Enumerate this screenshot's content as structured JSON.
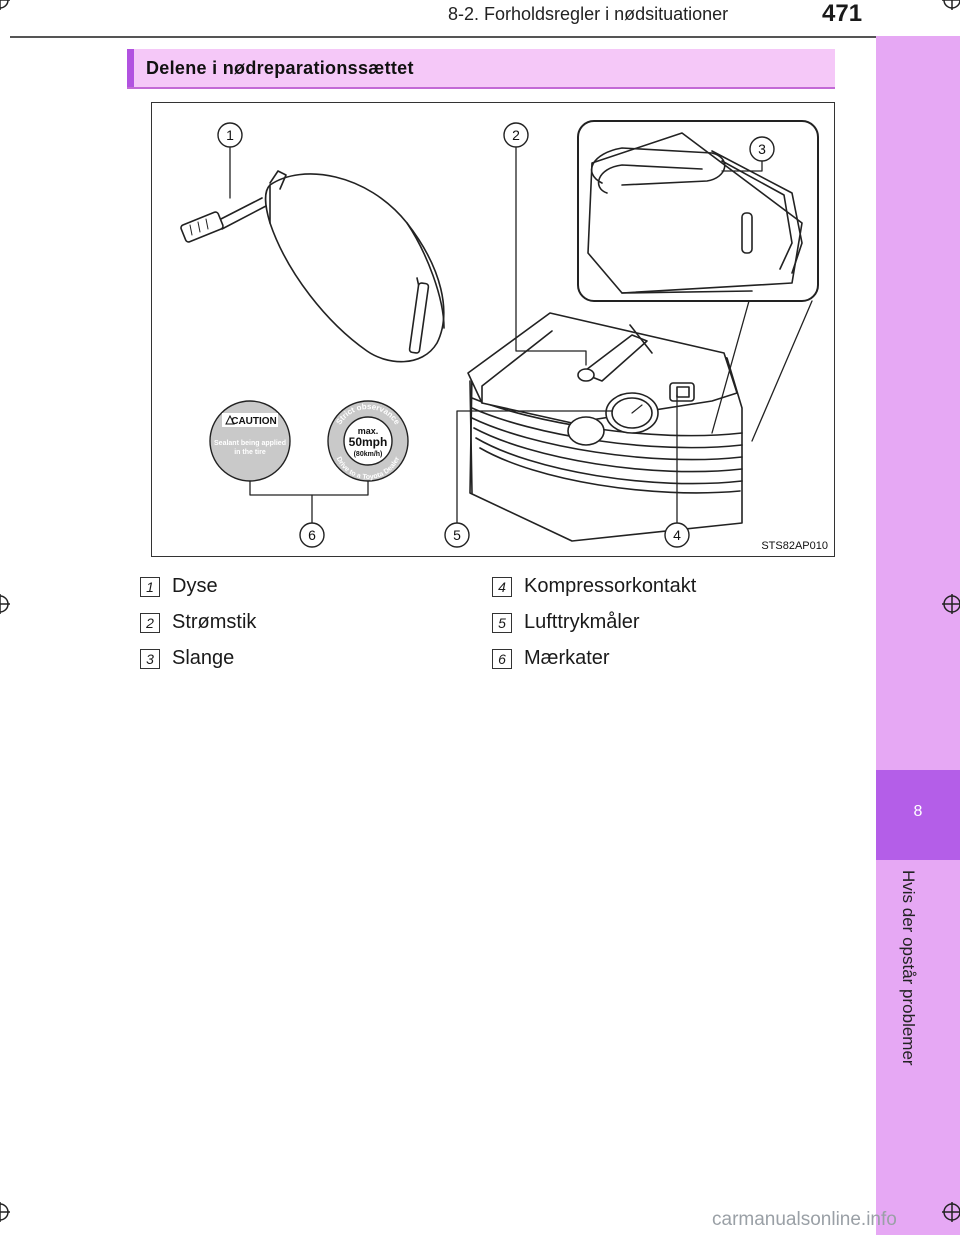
{
  "header": {
    "section": "8-2. Forholdsregler i nødsituationer",
    "page_number": "471"
  },
  "sidebar": {
    "chapter_number": "8",
    "chapter_title": "Hvis der opstår problemer"
  },
  "section": {
    "title": "Delene i nødreparationssættet"
  },
  "figure": {
    "code": "STS82AP010",
    "callouts": [
      "1",
      "2",
      "3",
      "4",
      "5",
      "6"
    ],
    "caution_sticker": {
      "heading": "CAUTION",
      "line1": "Sealant being applied",
      "line2": "in the tire"
    },
    "speed_sticker": {
      "top_arc": "Strict observance",
      "bottom_arc": "Drive to a Toyota Dealer",
      "max": "max.",
      "speed": "50mph",
      "metric": "(80km/h)"
    }
  },
  "legend": [
    {
      "num": "1",
      "label": "Dyse"
    },
    {
      "num": "2",
      "label": "Strømstik"
    },
    {
      "num": "3",
      "label": "Slange"
    },
    {
      "num": "4",
      "label": "Kompressorkontakt"
    },
    {
      "num": "5",
      "label": "Lufttrykmåler"
    },
    {
      "num": "6",
      "label": "Mærkater"
    }
  ],
  "footer": {
    "watermark": "carmanualsonline.info"
  },
  "colors": {
    "sidebar": "#e6a8f4",
    "chapter_box": "#b45ee8",
    "section_bar": "#f5c8f8",
    "section_accent": "#b152e0",
    "sticker_gray": "#c9c9c9"
  }
}
